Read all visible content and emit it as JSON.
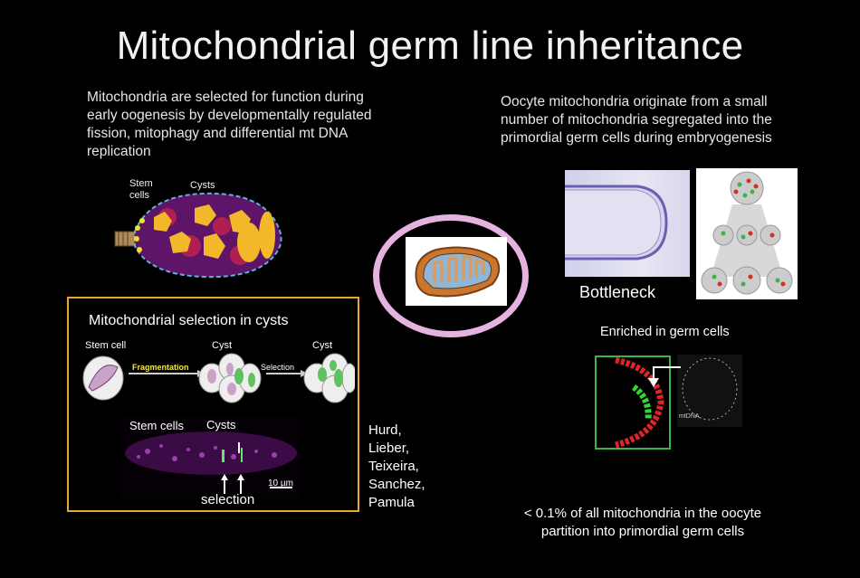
{
  "title": "Mitochondrial germ line inheritance",
  "left_paragraph": "Mitochondria are selected for function during early oogenesis by developmentally regulated fission, mitophagy and differential mt DNA replication",
  "right_paragraph": "Oocyte mitochondria originate from a small number of mitochondria segregated into the primordial germ cells during embryogenesis",
  "ovary_labels": {
    "stem_cells": "Stem cells",
    "cysts": "Cysts"
  },
  "cyst_box": {
    "title": "Mitochondrial selection in  cysts",
    "stem_cell": "Stem cell",
    "cyst_1": "Cyst",
    "cyst_2": "Cyst",
    "fragmentation": "Fragmentation",
    "selection_arrow": "Selection",
    "micro_stem_cells": "Stem cells",
    "micro_cysts": "Cysts",
    "scale_bar": "10 µm",
    "selection_label": "selection"
  },
  "authors": [
    "Hurd,",
    "Lieber,",
    "Teixeira,",
    "Sanchez,",
    "Pamula"
  ],
  "bottleneck": "Bottleneck",
  "enriched": "Enriched in germ cells",
  "mtdna_label": "mtDNA",
  "footnote": "< 0.1% of all mitochondria in the oocyte partition into primordial germ cells",
  "colors": {
    "box_border": "#e8a534",
    "oval": "#e6b3e0",
    "cyst_yellow": "#f2b82a",
    "purple": "#6b1a73"
  }
}
